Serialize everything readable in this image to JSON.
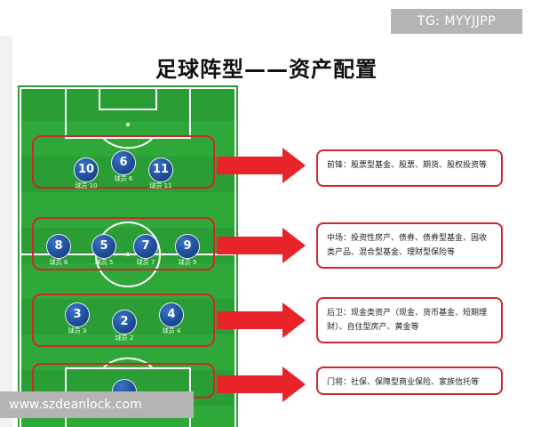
{
  "tag": "TG: MYYJJPP",
  "title": "足球阵型——资产配置",
  "watermark": "www.szdeanlock.com",
  "colors": {
    "pitch_green": "#2fa83a",
    "accent_red": "#d2262d",
    "player_blue": "#1f4f9a"
  },
  "groups": {
    "forwards": {
      "players": [
        {
          "number": "10",
          "label": "球员 10"
        },
        {
          "number": "6",
          "label": "球员 6"
        },
        {
          "number": "11",
          "label": "球员 11"
        }
      ],
      "description": "前锋：股票型基金、股票、期货、股权投资等"
    },
    "midfield": {
      "players": [
        {
          "number": "8",
          "label": "球员 8"
        },
        {
          "number": "5",
          "label": "球员 5"
        },
        {
          "number": "7",
          "label": "球员 7"
        },
        {
          "number": "9",
          "label": "球员 9"
        }
      ],
      "description": "中场：投资性房产、债券、债券型基金、固收类产品、混合型基金、理财型保险等"
    },
    "defense": {
      "players": [
        {
          "number": "3",
          "label": "球员 3"
        },
        {
          "number": "2",
          "label": "球员 2"
        },
        {
          "number": "4",
          "label": "球员 4"
        }
      ],
      "description": "后卫：现金类资产（现金、货币基金、短期理财）、自住型房产、黄金等"
    },
    "goalkeeper": {
      "description": "门将：社保、保障型商业保险、家族信托等"
    }
  }
}
